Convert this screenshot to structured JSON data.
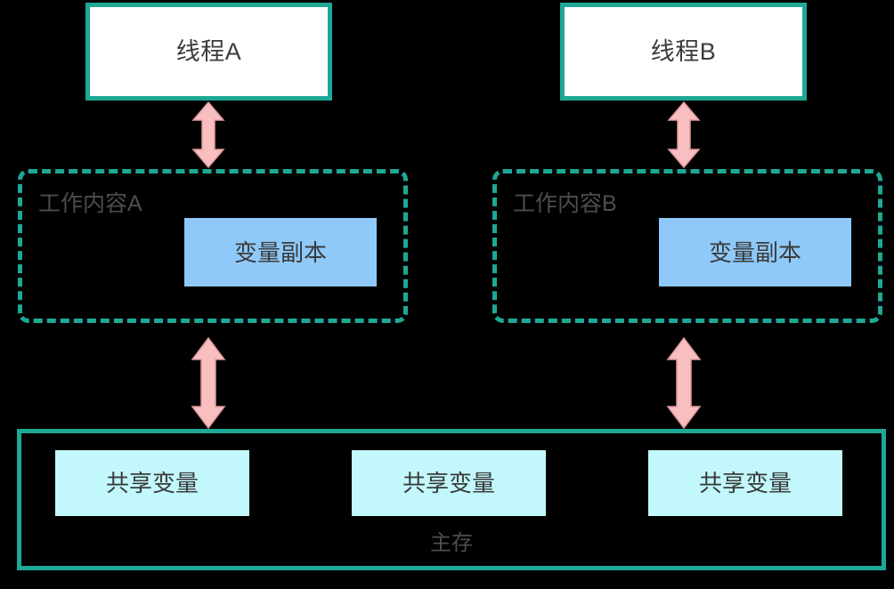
{
  "diagram": {
    "title": "Java Memory Model (JMM) thread working memory diagram",
    "background_color": "#000000",
    "colors": {
      "teal_border": "#1ea896",
      "thread_fill": "#ffffff",
      "variable_copy_fill": "#8fc9f9",
      "shared_variable_fill": "#c2f8fc",
      "arrow_fill": "#f9bfc0",
      "arrow_stroke": "#e09a9c",
      "text_dark": "#3b3b3b",
      "text_gray": "#4d4d4d"
    },
    "threads": [
      {
        "id": "thread-a",
        "label": "线程A"
      },
      {
        "id": "thread-b",
        "label": "线程B"
      }
    ],
    "working_memories": [
      {
        "id": "work-a",
        "label": "工作内容A",
        "variable_copy": "变量副本"
      },
      {
        "id": "work-b",
        "label": "工作内容B",
        "variable_copy": "变量副本"
      }
    ],
    "main_memory": {
      "label": "主存",
      "shared_variables": [
        {
          "id": "shared-var-1",
          "label": "共享变量"
        },
        {
          "id": "shared-var-2",
          "label": "共享变量"
        },
        {
          "id": "shared-var-3",
          "label": "共享变量"
        }
      ]
    },
    "arrows": [
      {
        "id": "arrow-thread-a-work-a",
        "direction": "bidirectional"
      },
      {
        "id": "arrow-thread-b-work-b",
        "direction": "bidirectional"
      },
      {
        "id": "arrow-work-a-main-memory",
        "direction": "bidirectional"
      },
      {
        "id": "arrow-work-b-main-memory",
        "direction": "bidirectional"
      }
    ]
  }
}
